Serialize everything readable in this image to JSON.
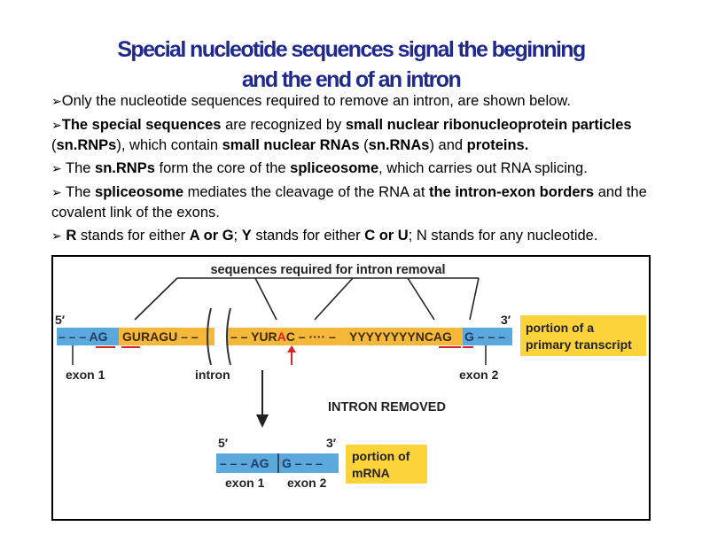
{
  "title": {
    "line1": "Special nucleotide sequences signal the beginning",
    "line2": "and the end of an  intron"
  },
  "bullets": [
    [
      {
        "t": "Only the nucleotide sequences required to remove an intron, are shown below.",
        "b": false
      }
    ],
    [
      {
        "t": "The special sequences",
        "b": true
      },
      {
        "t": " are recognized by ",
        "b": false
      },
      {
        "t": "small nuclear ribonucleoprotein particles",
        "b": true
      },
      {
        "t": " (",
        "b": false
      },
      {
        "t": "sn.RNPs",
        "b": true
      },
      {
        "t": "), which contain ",
        "b": false
      },
      {
        "t": "small nuclear RNAs",
        "b": true
      },
      {
        "t": " (",
        "b": false
      },
      {
        "t": "sn.RNAs",
        "b": true
      },
      {
        "t": ") and ",
        "b": false
      },
      {
        "t": "proteins.",
        "b": true
      }
    ],
    [
      {
        "t": " The ",
        "b": false
      },
      {
        "t": "sn.RNPs",
        "b": true
      },
      {
        "t": " form the core of the ",
        "b": false
      },
      {
        "t": "spliceosome",
        "b": true
      },
      {
        "t": ", which carries out RNA splicing.",
        "b": false
      }
    ],
    [
      {
        "t": " The ",
        "b": false
      },
      {
        "t": "spliceosome",
        "b": true
      },
      {
        "t": " mediates the cleavage of the RNA at ",
        "b": false
      },
      {
        "t": "the intron-exon borders",
        "b": true
      },
      {
        "t": " and the covalent link of the exons.",
        "b": false
      }
    ],
    [
      {
        "t": " ",
        "b": false
      },
      {
        "t": "R",
        "b": true
      },
      {
        "t": " stands for either ",
        "b": false
      },
      {
        "t": "A or G",
        "b": true
      },
      {
        "t": "; ",
        "b": false
      },
      {
        "t": "Y",
        "b": true
      },
      {
        "t": " stands for either ",
        "b": false
      },
      {
        "t": "C or U",
        "b": true
      },
      {
        "t": "; N stands for any nucleotide.",
        "b": false
      }
    ]
  ],
  "figure": {
    "header": "sequences required for intron removal",
    "five_prime": "5′",
    "three_prime": "3′",
    "exon1_seq": "– – – AG",
    "intron_start_seq": "GURAGU – –",
    "intron_mid_pre": "– –  YUR",
    "branch_a": "A",
    "intron_mid_post": "C – ···· –",
    "intron_end_seq": "YYYYYYYYNCAG",
    "exon2_seq": "G – – –",
    "portion_primary_line1": "portion of a",
    "portion_primary_line2": "primary transcript",
    "exon1_label": "exon 1",
    "intron_label": "intron",
    "exon2_label": "exon 2",
    "intron_removed": "INTRON REMOVED",
    "mrna_5": "5′",
    "mrna_3": "3′",
    "mrna_left": "– – – AG",
    "mrna_right": "G – – –",
    "portion_mrna_line1": "portion of",
    "portion_mrna_line2": "mRNA",
    "mrna_exon1": "exon 1",
    "mrna_exon2": "exon 2"
  },
  "colors": {
    "title": "#1f2a8c",
    "exon_blue": "#5aa8dc",
    "intron_orange": "#f5b83a",
    "label_yellow": "#fcd33b",
    "highlight_red": "#d9232a"
  }
}
